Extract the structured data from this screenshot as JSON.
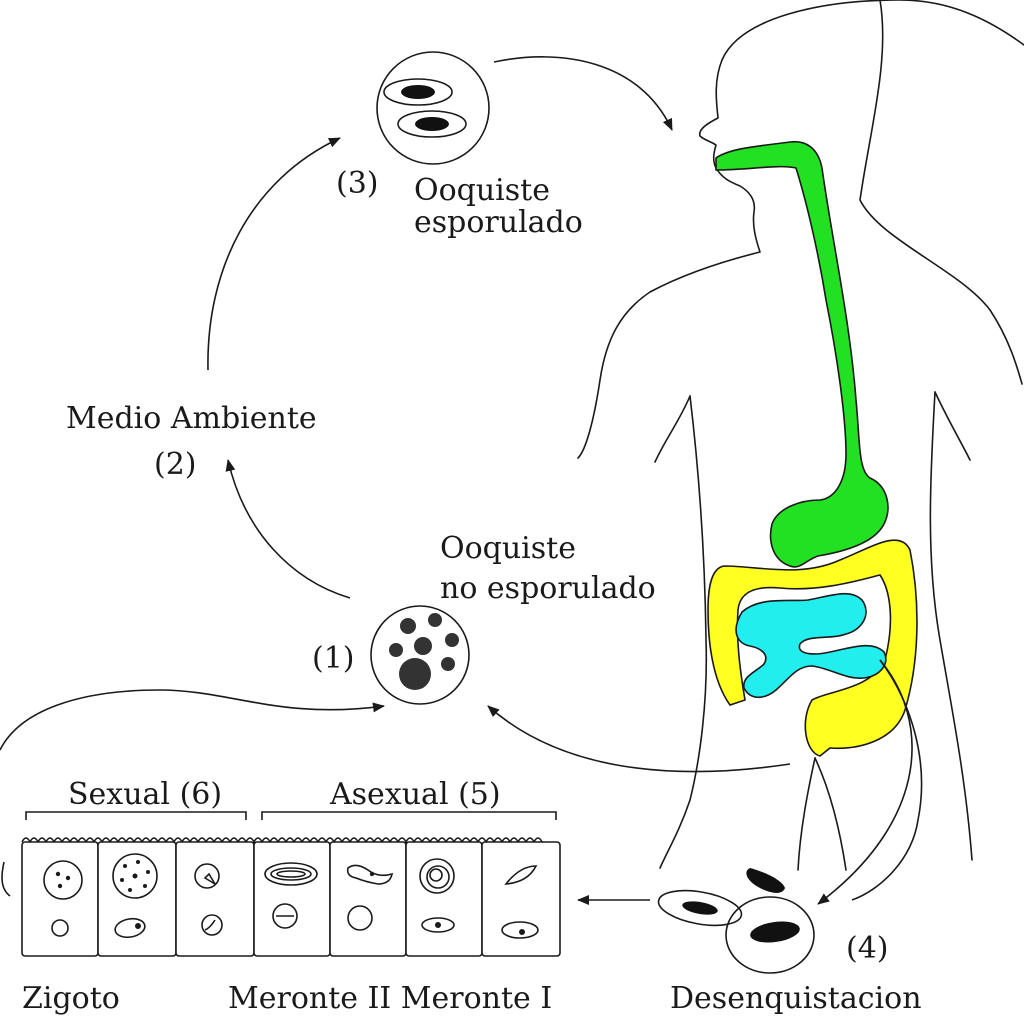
{
  "labels": {
    "stage3_number": "(3)",
    "oocyst_sporulated_line1": "Ooquiste",
    "oocyst_sporulated_line2": "esporulado",
    "environment_line1": "Medio Ambiente",
    "environment_line2": "(2)",
    "oocyst_unsporulated_line1": "Ooquiste",
    "oocyst_unsporulated_line2": "no esporulado",
    "stage1_number": "(1)",
    "sexual": "Sexual (6)",
    "asexual": "Asexual (5)",
    "zygote": "Zigoto",
    "meronts": "Meronte II Meronte I",
    "excystation": "Desenquistacion",
    "stage4_number": "(4)"
  },
  "colors": {
    "esophagus_stomach": "#22e022",
    "large_intestine": "#ffff22",
    "small_intestine": "#22eeee",
    "ink": "#1a1a1a",
    "dark_fill": "#333333"
  }
}
